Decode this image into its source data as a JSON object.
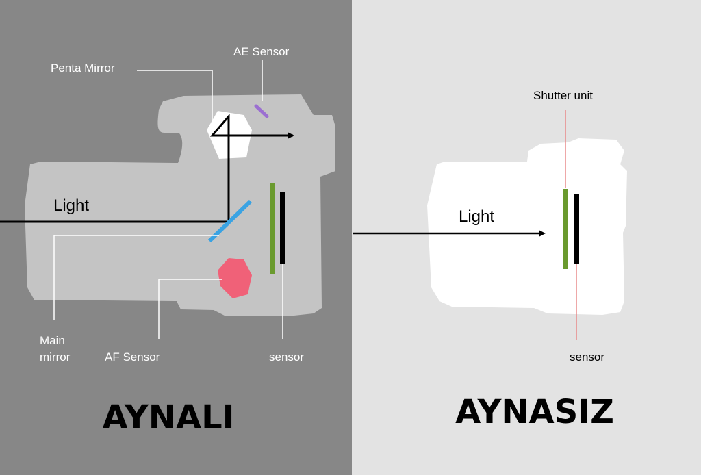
{
  "mirrored": {
    "labels": {
      "penta_mirror": "Penta Mirror",
      "ae_sensor": "AE Sensor",
      "light": "Light",
      "main_mirror": "Main mirror",
      "af_sensor": "AF Sensor",
      "sensor": "sensor"
    },
    "title": "AYNALI"
  },
  "mirrorless": {
    "labels": {
      "shutter_unit": "Shutter unit",
      "light": "Light",
      "sensor": "sensor"
    },
    "title": "AYNASIZ"
  },
  "colors": {
    "left_background": "#878787",
    "right_background": "#e3e3e3",
    "left_camera_body": "#c4c4c4",
    "right_camera_body": "#ffffff",
    "main_mirror": "#3aa3e3",
    "ae_sensor": "#9b6fd1",
    "af_sensor": "#f06178",
    "shutter": "#6a9a2e",
    "sensor": "#000000",
    "shutter_line": "#e88a8a"
  }
}
